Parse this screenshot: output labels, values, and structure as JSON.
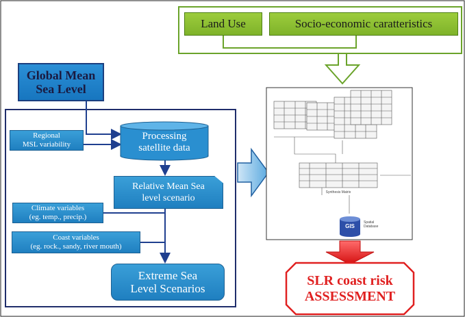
{
  "boxes": {
    "land_use": "Land Use",
    "socio_economic": "Socio-economic caratteristics",
    "global_msl": "Global Mean\nSea Level",
    "regional_msl": "Regional\nMSL variability",
    "processing": "Processing\nsatellite data",
    "relative_msl": "Relative Mean Sea\nlevel scenario",
    "climate_vars": "Climate variables\n(eg. temp., precip.)",
    "coast_vars": "Coast variables\n(eg. rock., sandy, river mouth)",
    "extreme": "Extreme Sea\nLevel Scenarios",
    "slr_risk": "SLR coast risk\nASSESSMENT"
  },
  "matrix_figure": {
    "synthesis_label": "Synthesis Matrix",
    "gis_label": "GIS",
    "spatial_db_label": "Spatial\nDatabase"
  },
  "colors": {
    "blue_box": "#2a8fd0",
    "green_box": "#8cc033",
    "green_frame": "#6aa32a",
    "navy_frame": "#1f2d6b",
    "red": "#e02020"
  }
}
